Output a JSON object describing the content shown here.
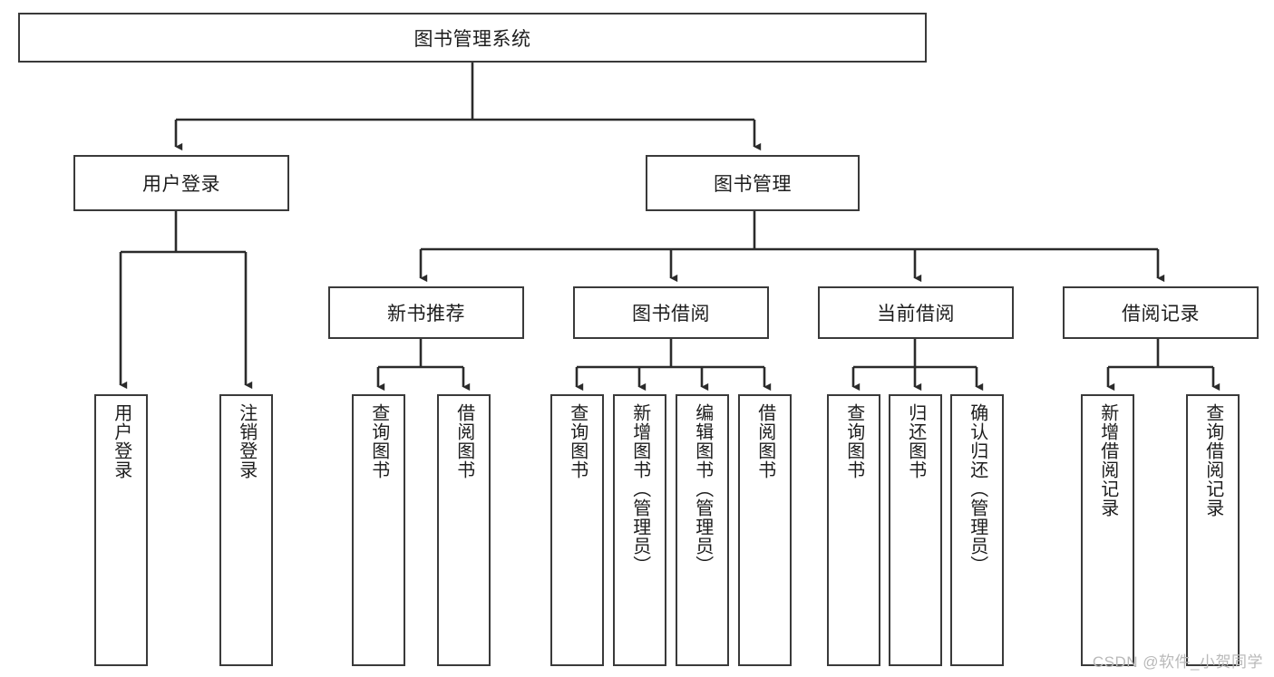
{
  "diagram": {
    "title": "图书管理系统",
    "type": "hierarchy-tree",
    "colors": {
      "box_border": "#3a3a3a",
      "box_fill": "#ffffff",
      "edge": "#2b2b2b",
      "text": "#1d1d1d",
      "watermark": "#b9b9b9"
    },
    "root": {
      "label": "图书管理系统"
    },
    "level1": [
      {
        "id": "user-login",
        "label": "用户登录"
      },
      {
        "id": "book-management",
        "label": "图书管理"
      }
    ],
    "level2": [
      {
        "id": "new-book-recommend",
        "label": "新书推荐"
      },
      {
        "id": "book-borrow",
        "label": "图书借阅"
      },
      {
        "id": "current-borrow",
        "label": "当前借阅"
      },
      {
        "id": "borrow-record",
        "label": "借阅记录"
      }
    ],
    "leaves": {
      "user_login": [
        {
          "id": "leaf-user-login",
          "label": "用户登录"
        },
        {
          "id": "leaf-logout-login",
          "label": "注销登录"
        }
      ],
      "new_book_recommend": [
        {
          "id": "leaf-query-book-1",
          "label": "查询图书"
        },
        {
          "id": "leaf-borrow-book-1",
          "label": "借阅图书"
        }
      ],
      "book_borrow": [
        {
          "id": "leaf-query-book-2",
          "label": "查询图书"
        },
        {
          "id": "leaf-add-book",
          "label": "新增图书（管理员）"
        },
        {
          "id": "leaf-edit-book",
          "label": "编辑图书（管理员）"
        },
        {
          "id": "leaf-borrow-book-2",
          "label": "借阅图书"
        }
      ],
      "current_borrow": [
        {
          "id": "leaf-query-book-3",
          "label": "查询图书"
        },
        {
          "id": "leaf-return-book",
          "label": "归还图书"
        },
        {
          "id": "leaf-confirm-return",
          "label": "确认归还（管理员）"
        }
      ],
      "borrow_record": [
        {
          "id": "leaf-add-record",
          "label": "新增借阅记录"
        },
        {
          "id": "leaf-query-record",
          "label": "查询借阅记录"
        }
      ]
    }
  },
  "watermark": {
    "text": "CSDN @软件_小贺同学"
  }
}
